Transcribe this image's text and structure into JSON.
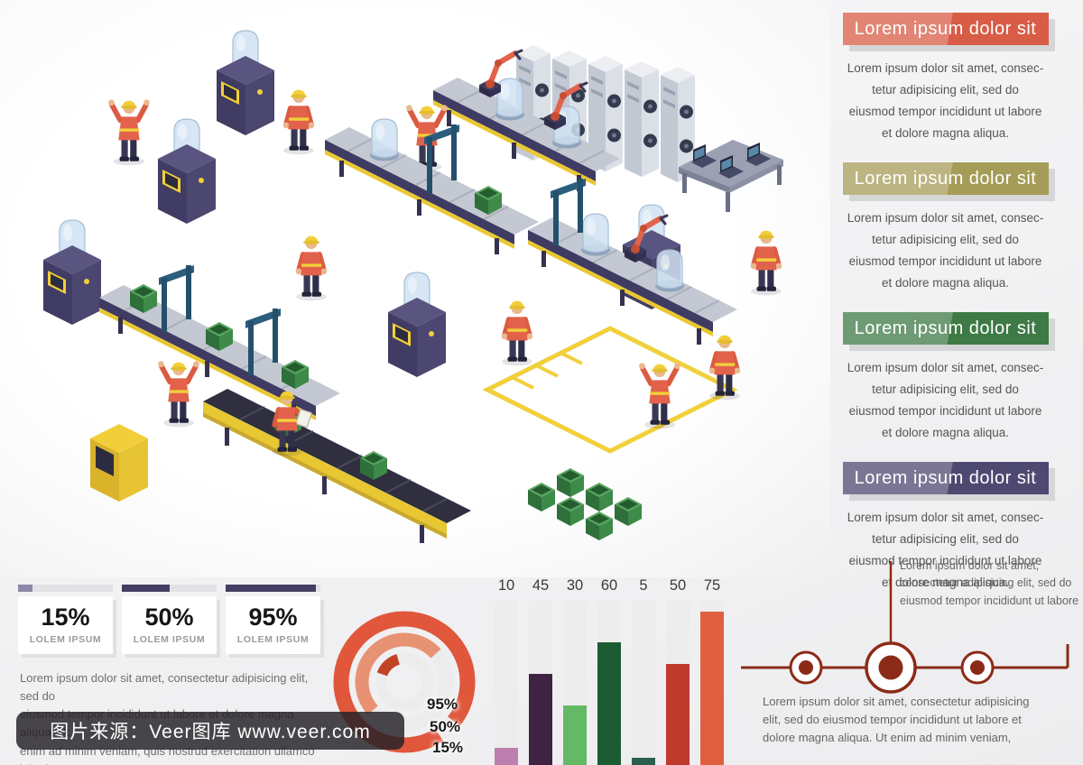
{
  "right_sections": [
    {
      "title": "Lorem ipsum dolor sit",
      "color": "#d85c46",
      "body": "Lorem ipsum dolor sit amet, consec-\ntetur adipisicing elit, sed do\neiusmod tempor incididunt ut labore\net dolore magna aliqua."
    },
    {
      "title": "Lorem ipsum dolor sit",
      "color": "#a59c57",
      "body": "Lorem ipsum dolor sit amet, consec-\ntetur adipisicing elit, sed do\neiusmod tempor incididunt ut labore\net dolore magna aliqua."
    },
    {
      "title": "Lorem ipsum dolor sit",
      "color": "#3e7a46",
      "body": "Lorem ipsum dolor sit amet, consec-\ntetur adipisicing elit, sed do\neiusmod tempor incididunt ut labore\net dolore magna aliqua."
    },
    {
      "title": "Lorem ipsum dolor sit",
      "color": "#4e4971",
      "body": "Lorem ipsum dolor sit amet, consec-\ntetur adipisicing elit, sed do\neiusmod tempor incididunt ut labore\net dolore magna aliqua."
    }
  ],
  "stats": [
    {
      "percent": "15%",
      "label": "LOLEM IPSUM",
      "value": 15,
      "bar_color": "#8c88a9"
    },
    {
      "percent": "50%",
      "label": "LOLEM IPSUM",
      "value": 50,
      "bar_color": "#433f62"
    },
    {
      "percent": "95%",
      "label": "LOLEM IPSUM",
      "value": 95,
      "bar_color": "#433f62"
    }
  ],
  "bottom_left_paragraph": "Lorem ipsum dolor sit amet, consectetur adipisicing elit, sed do\neiusmod tempor incididunt ut labore et dolore magna aliqua. Ut\nenim ad minim veniam, quis nostrud exercitation ullamco laboris",
  "watermark_text": "图片来源：Veer图库 www.veer.com",
  "plane_diagram": {
    "top_text": "Lorem ipsum dolor sit amet,\nconsectetur adipisicing elit, sed do\neiusmod tempor incididunt ut labore",
    "bottom_text": "Lorem ipsum dolor sit amet, consectetur adipisicing\nelit, sed do eiusmod tempor incididunt ut labore et\ndolore magna aliqua. Ut enim ad minim veniam,",
    "line_color": "#8b2b17"
  },
  "chart_data": [
    {
      "type": "pie",
      "subtype": "concentric-donut-progress",
      "series": [
        {
          "label": "95%",
          "value": 95,
          "color": "#e0573c"
        },
        {
          "label": "50%",
          "value": 50,
          "color": "#e79273"
        },
        {
          "label": "15%",
          "value": 15,
          "color": "#c04326"
        }
      ],
      "track_color": "#ececec",
      "legend_position": "inside-bottom-right"
    },
    {
      "type": "bar",
      "categories": [
        "10",
        "45",
        "30",
        "60",
        "5",
        "50",
        "75"
      ],
      "values": [
        10,
        45,
        30,
        60,
        5,
        50,
        75
      ],
      "colors": [
        "#bd7fae",
        "#3f2342",
        "#64b964",
        "#1d5c33",
        "#2a5f4b",
        "#c03a2e",
        "#e05f41"
      ],
      "ylim": [
        0,
        80
      ],
      "track_color": "#ededee",
      "value_labels_position": "top"
    }
  ]
}
